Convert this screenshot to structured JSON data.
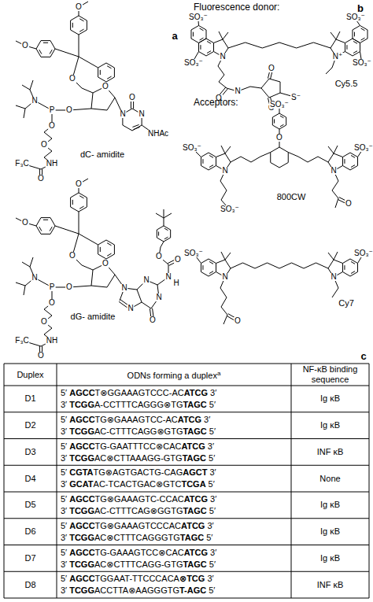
{
  "diagram": {
    "labels": [
      "a",
      "b",
      "c",
      "O",
      "O",
      "O",
      "O",
      "O",
      "P",
      "N",
      "O",
      "O",
      "NH",
      "O",
      "F₃C",
      "N",
      "O",
      "N",
      "NHAc",
      "dC- amidite",
      "O",
      "O",
      "O",
      "O",
      "O",
      "P",
      "N",
      "O",
      "O",
      "NH",
      "O",
      "F₃C",
      "N",
      "N",
      "N",
      "N",
      "O",
      "N",
      "H",
      "O",
      "O",
      "dG- amidite",
      "Fluorescence donor:",
      "SO₃⁻",
      "SO₃⁻",
      "SO₃⁻",
      "SO₃⁻",
      "N",
      "N⁺",
      "O",
      "N",
      "O",
      "O",
      "S⁻",
      "Cy5.5",
      "Acceptors:",
      "SO₃⁻",
      "O",
      "SO₃⁻",
      "SO₃⁻",
      "N",
      "N",
      "SO₃⁻",
      "O",
      "800CW",
      "SO₃⁻",
      "SO₃⁻",
      "N",
      "N",
      "O",
      "Cy7",
      "Duplex",
      "ODNs forming a duplex",
      "a",
      "NF-κB binding sequence",
      "D1",
      "5′",
      "AGCC",
      "T⊗GGAAAGTCCC-AC",
      "ATCG",
      "3′",
      "3′",
      "TCGG",
      "A-CCTTTCAGGG⊗TG",
      "TAGC",
      "5′",
      "Ig κB",
      "D2",
      "5′",
      "AGCC",
      "TG⊗GAAAGTCC-AC",
      "ATCG",
      "3′",
      "3′",
      "TCGG",
      "AC-CTTTCAGG⊗GTG",
      "TAGC",
      "5′",
      "Ig κB",
      "D3",
      "5′",
      "AGCC",
      "TG-GAATTTCC⊗CAC",
      "ATCG",
      "3′",
      "3′",
      "TCGG",
      "AC⊗CTTAAAGG-GTG",
      "TAGC",
      "5′",
      "INF κB",
      "D4",
      "5′",
      "CGTA",
      "TG⊗AGTGACTG-CAG",
      "AGCT",
      "3′",
      "3′",
      "GCAT",
      "AC-TCACTGAC⊗GTC",
      "TCGA",
      "5′",
      "None",
      "D5",
      "5′",
      "AGCC",
      "TG⊗GAAAGTC-CCAC",
      "ATCG",
      "3′",
      "3′",
      "TCGG",
      "AC-CTTTCAG⊗GGTG",
      "TAGC",
      "5′",
      "Ig κB",
      "D6",
      "5′",
      "AGCC",
      "TG⊗GAAAGTCCCAC",
      "ATCG",
      "3′",
      "3′",
      "TCGG",
      "AC⊗CTTTCAGGGTG",
      "TAGC",
      "5′",
      "Ig κB",
      "D7",
      "5′",
      "AGCC",
      "TG-GAAAGTCC⊗CAC",
      "ATCG",
      "3′",
      "3′",
      "TCGG",
      "AC⊗CTTTCAGG-GTG",
      "TAGC",
      "5′",
      "Ig κB",
      "D8",
      "5′",
      "AGCC",
      "TGGAAT-TTCCCACA",
      "⊗TCG",
      "3′",
      "3′",
      "TCGG",
      "ACCTTA⊗AAGGGTG",
      "T-AGC",
      "5′",
      "INF κB"
    ]
  }
}
